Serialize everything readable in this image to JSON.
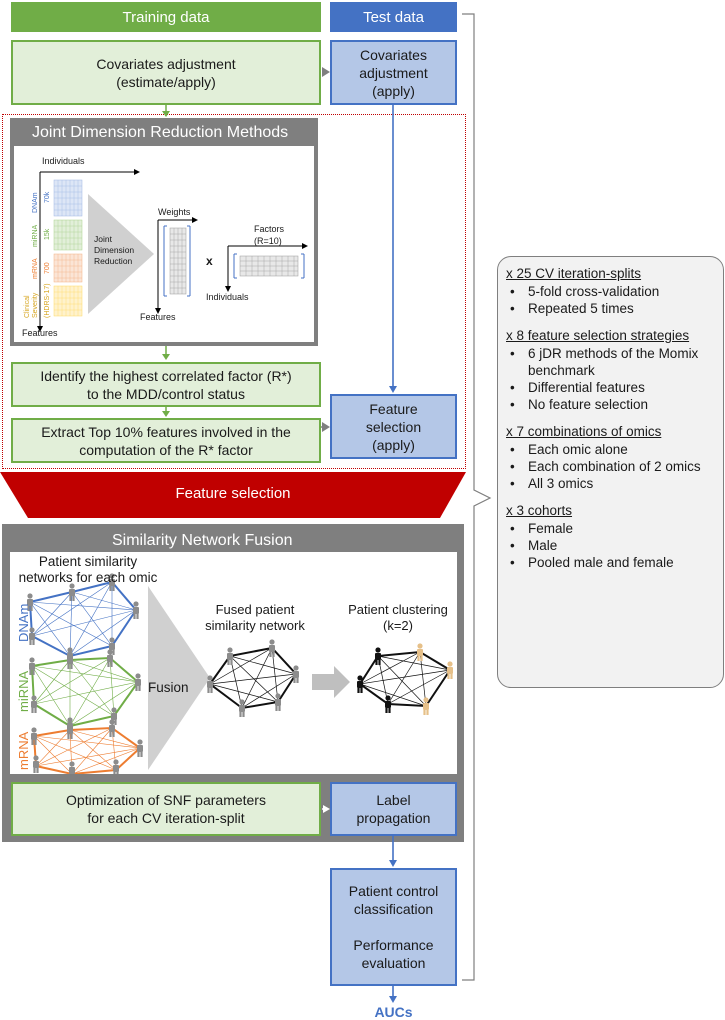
{
  "headers": {
    "training": "Training data",
    "test": "Test data"
  },
  "covariates_training": [
    "Covariates adjustment",
    "(estimate/apply)"
  ],
  "covariates_test": [
    "Covariates",
    "adjustment",
    "(apply)"
  ],
  "jdr_panel": {
    "title": "Joint Dimension Reduction Methods",
    "individuals": "Individuals",
    "features": "Features",
    "omics": [
      {
        "name": "DNAm",
        "count": "70k",
        "color": "#4472c4"
      },
      {
        "name": "miRNA",
        "count": "15k",
        "color": "#70ad47"
      },
      {
        "name": "mRNA",
        "count": "700",
        "color": "#ed7d31"
      },
      {
        "name": "Clinical Severity",
        "count": "(HDRS-17)",
        "color": "#d6a520"
      }
    ],
    "jdr_label": [
      "Joint",
      "Dimension",
      "Reduction"
    ],
    "weights": "Weights",
    "weights_features": "Features",
    "times": "x",
    "factors": "Factors",
    "factors_r": "(R=10)",
    "factors_individuals": "Individuals"
  },
  "identify_box": [
    "Identify the highest correlated factor (R*)",
    "to the MDD/control status"
  ],
  "extract_box": [
    "Extract Top 10% features involved in the",
    "computation of the R* factor"
  ],
  "feature_selection_test": [
    "Feature",
    "selection",
    "(apply)"
  ],
  "feature_selection_banner": "Feature selection",
  "snf_panel": {
    "title": "Similarity Network Fusion",
    "patient_sim": [
      "Patient similarity",
      "networks for each omic"
    ],
    "omics": [
      {
        "name": "DNAm",
        "color": "#4472c4"
      },
      {
        "name": "miRNA",
        "color": "#70ad47"
      },
      {
        "name": "mRNA",
        "color": "#ed7d31"
      }
    ],
    "fusion": "Fusion",
    "fused": [
      "Fused patient",
      "similarity network"
    ],
    "clustering": [
      "Patient clustering",
      "(k=2)"
    ]
  },
  "optimization_box": [
    "Optimization of SNF parameters",
    "for each CV iteration-split"
  ],
  "label_propagation": [
    "Label",
    "propagation"
  ],
  "final_box": [
    "Patient control",
    "classification",
    "",
    "Performance",
    "evaluation"
  ],
  "aucs": "AUCs",
  "summary": [
    {
      "head": "x 25 CV iteration-splits",
      "items": [
        "5-fold cross-validation",
        "Repeated 5 times"
      ]
    },
    {
      "head": "x 8 feature selection strategies",
      "items": [
        "6 jDR methods of the Momix benchmark",
        "Differential features",
        "No feature selection"
      ]
    },
    {
      "head": "x 7 combinations of omics",
      "items": [
        "Each omic alone",
        "Each combination of 2 omics",
        "All 3 omics"
      ]
    },
    {
      "head": "x 3 cohorts",
      "items": [
        "Female",
        "Male",
        "Pooled male and female"
      ]
    }
  ],
  "colors": {
    "green_header": "#70ad47",
    "blue_header": "#4472c4",
    "light_green": "#e2efd9",
    "light_blue": "#b4c7e7",
    "panel_gray": "#7f7f7f",
    "banner_red": "#c00000"
  }
}
